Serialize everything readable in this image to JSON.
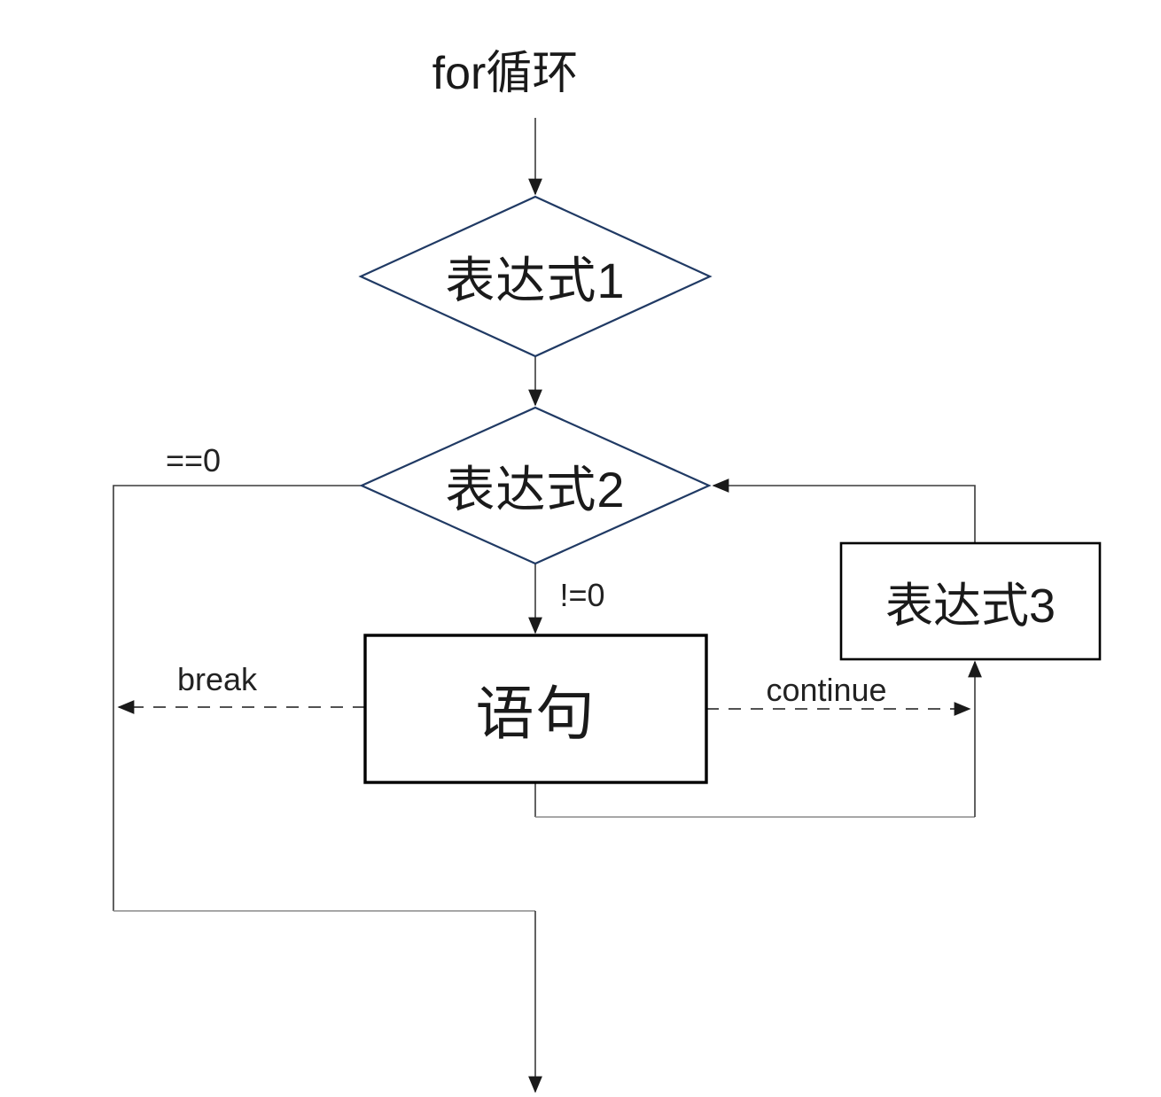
{
  "title": "for循环",
  "colors": {
    "diamond_stroke": "#203a64",
    "connector": "#3a3a3a",
    "connector_light": "#8a8a8a",
    "box_stroke": "#000000",
    "arrow_fill": "#1a1a1a"
  },
  "nodes": {
    "expr1": {
      "label": "表达式1",
      "type": "decision"
    },
    "expr2": {
      "label": "表达式2",
      "type": "decision"
    },
    "statement": {
      "label": "语句",
      "type": "process"
    },
    "expr3": {
      "label": "表达式3",
      "type": "process"
    }
  },
  "edge_labels": {
    "eq_zero": "==0",
    "ne_zero": "!=0",
    "break": "break",
    "continue": "continue"
  }
}
